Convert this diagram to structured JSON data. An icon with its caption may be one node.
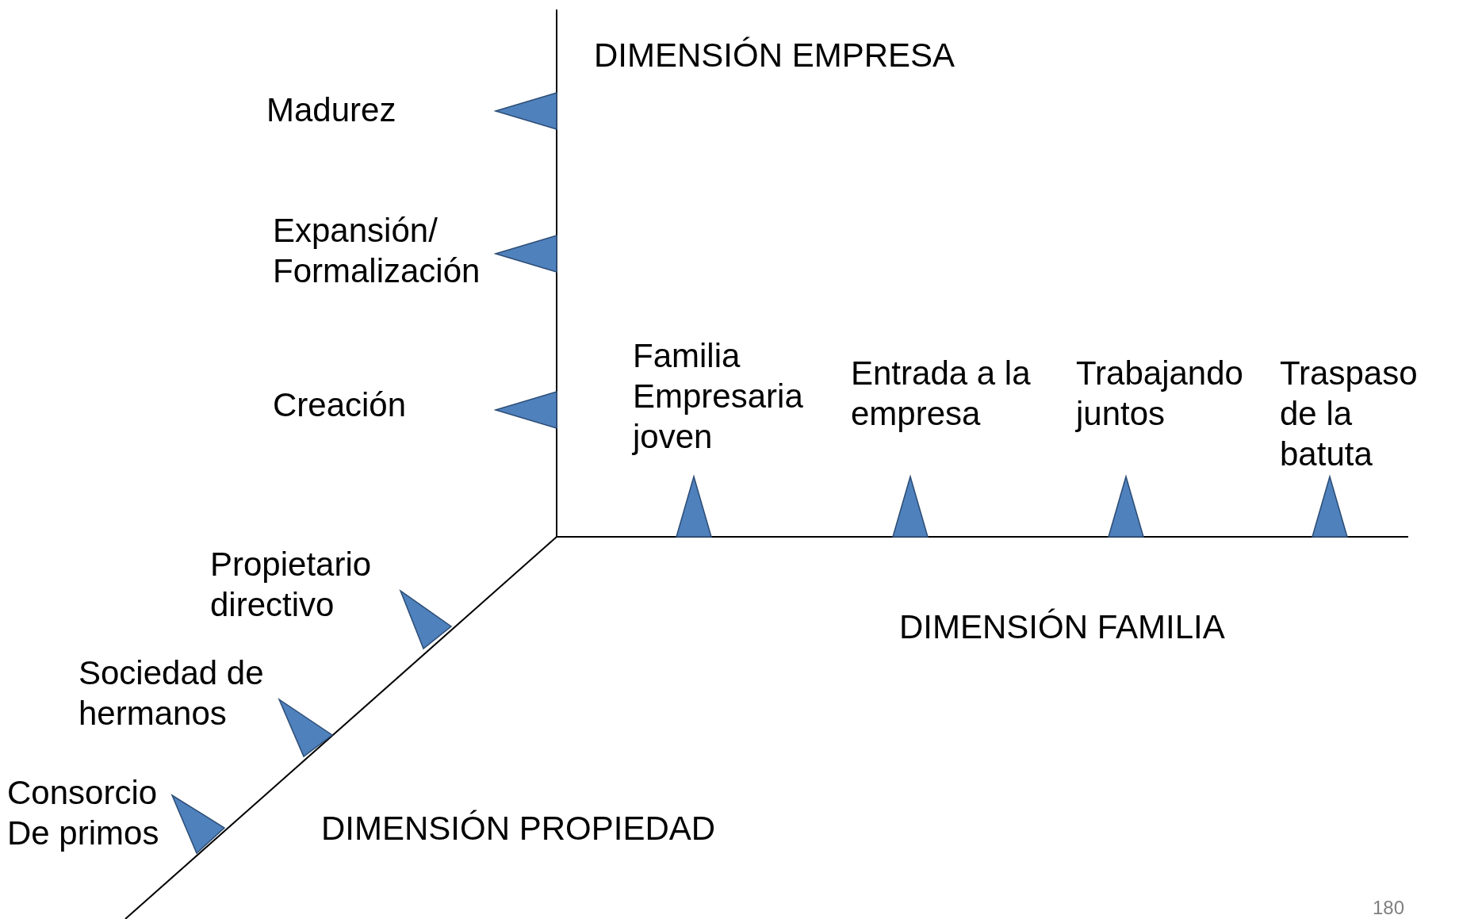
{
  "diagram": {
    "labels": [
      "DIMENSIÓN EMPRESA",
      "Madurez",
      "Expansión/ Formalización",
      "Creación",
      "Familia Empresaria joven",
      "Entrada a la empresa",
      "Trabajando juntos",
      "Traspaso de la batuta",
      "Propietario directivo",
      "DIMENSIÓN FAMILIA",
      "Sociedad de hermanos",
      "Consorcio De primos",
      "DIMENSIÓN PROPIEDAD",
      "180"
    ]
  }
}
